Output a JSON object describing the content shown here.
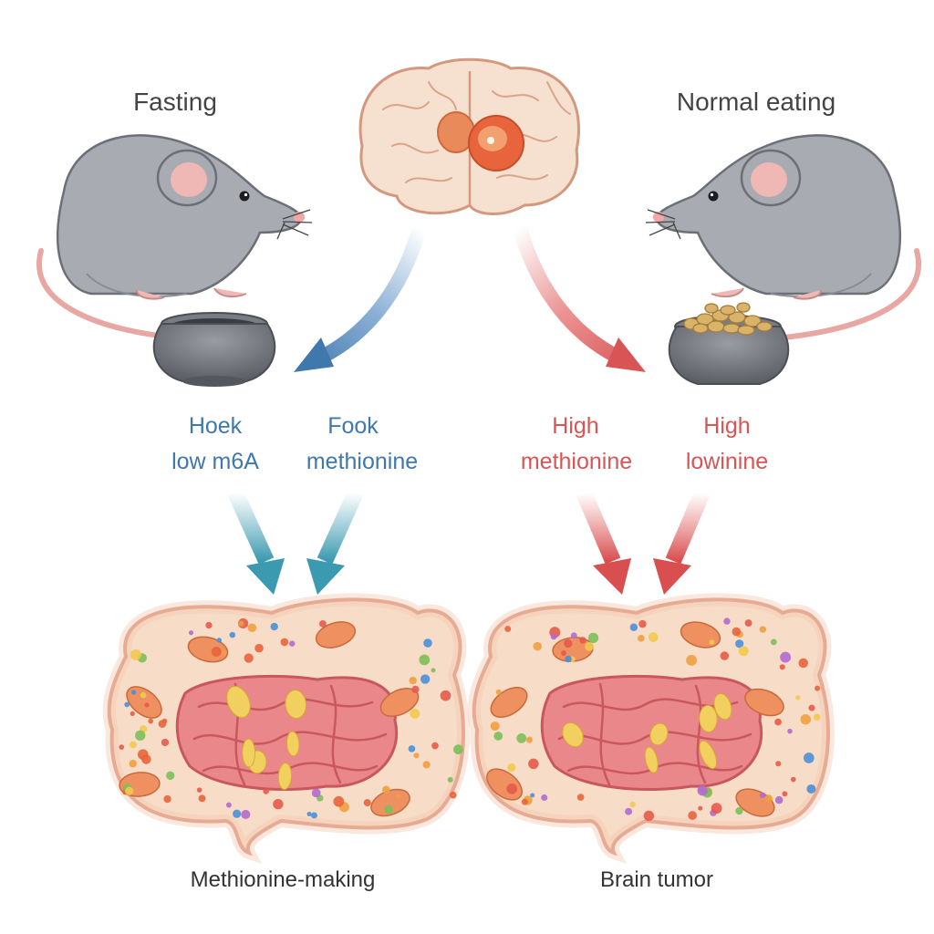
{
  "left": {
    "title": "Fasting",
    "signal_a": [
      "Hoek",
      "low m6A"
    ],
    "signal_b": [
      "Fook",
      "methionine"
    ],
    "caption": "Methionine-making",
    "bowl_state": "empty"
  },
  "right": {
    "title": "Normal eating",
    "signal_a": [
      "High",
      "methionine"
    ],
    "signal_b": [
      "High",
      "lowinine"
    ],
    "caption": "Brain tumor",
    "bowl_state": "full"
  },
  "colors": {
    "low_signal": "#3f78ad",
    "high_signal": "#d95555",
    "mouse_fur": "#a9abb3",
    "tumor": "#e8643c"
  },
  "icons": {
    "brain": "brain-with-tumor-icon",
    "mouse": "mouse-icon",
    "bowl": "food-bowl-icon",
    "intestine": "intestine-icon"
  }
}
